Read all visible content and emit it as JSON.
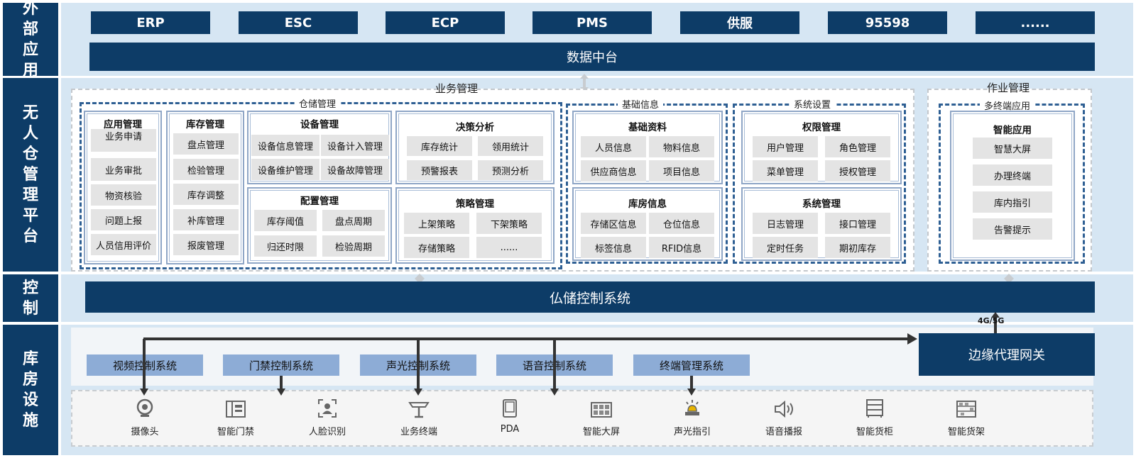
{
  "rows": {
    "external": "外部应用",
    "platform": "无人仓管理平台",
    "control": "控制",
    "facilities": "库房设施"
  },
  "external_apps": [
    "ERP",
    "ESC",
    "ECP",
    "PMS",
    "供服",
    "95598",
    "......"
  ],
  "data_platform": "数据中台",
  "business": {
    "title": "业务管理",
    "warehouse": {
      "title": "仓储管理",
      "app_mgmt": {
        "title": "应用管理",
        "items": [
          "业务申请",
          "业务审批",
          "物资核验",
          "问题上报",
          "人员信用评价"
        ]
      },
      "inventory_mgmt": {
        "title": "库存管理",
        "items": [
          "盘点管理",
          "检验管理",
          "库存调整",
          "补库管理",
          "报废管理"
        ]
      },
      "device_mgmt": {
        "title": "设备管理",
        "items": [
          "设备信息管理",
          "设备计入管理",
          "设备维护管理",
          "设备故障管理"
        ]
      },
      "decision": {
        "title": "决策分析",
        "items": [
          "库存统计",
          "领用统计",
          "预警报表",
          "预测分析"
        ]
      },
      "config_mgmt": {
        "title": "配置管理",
        "items": [
          "库存阈值",
          "盘点周期",
          "归还时限",
          "检验周期"
        ]
      },
      "strategy_mgmt": {
        "title": "策略管理",
        "items": [
          "上架策略",
          "下架策略",
          "存储策略",
          "......"
        ]
      }
    },
    "basic_info": {
      "title": "基础信息",
      "basic_data": {
        "title": "基础资料",
        "items": [
          "人员信息",
          "物料信息",
          "供应商信息",
          "项目信息"
        ]
      },
      "storeroom": {
        "title": "库房信息",
        "items": [
          "存储区信息",
          "仓位信息",
          "标签信息",
          "RFID信息"
        ]
      }
    },
    "system_settings": {
      "title": "系统设置",
      "permission": {
        "title": "权限管理",
        "items": [
          "用户管理",
          "角色管理",
          "菜单管理",
          "授权管理"
        ]
      },
      "system_mgmt": {
        "title": "系统管理",
        "items": [
          "日志管理",
          "接口管理",
          "定时任务",
          "期初库存"
        ]
      }
    }
  },
  "operation": {
    "title": "作业管理",
    "multi_terminal": "多终端应用",
    "smart_app": {
      "title": "智能应用",
      "items": [
        "智慧大屏",
        "办理终端",
        "库内指引",
        "告警提示"
      ]
    }
  },
  "control_system": "仏储控制系统",
  "network": "4G/5G",
  "edge_gateway": "边缘代理网关",
  "subsystems": [
    "视频控制系统",
    "门禁控制系统",
    "声光控制系统",
    "语音控制系统",
    "终端管理系统"
  ],
  "devices": [
    {
      "label": "摄像头",
      "icon": "camera-icon"
    },
    {
      "label": "智能门禁",
      "icon": "access-control-icon"
    },
    {
      "label": "人脸识别",
      "icon": "face-recognition-icon"
    },
    {
      "label": "业务终端",
      "icon": "business-terminal-icon"
    },
    {
      "label": "PDA",
      "icon": "pda-icon"
    },
    {
      "label": "智能大屏",
      "icon": "large-screen-icon"
    },
    {
      "label": "声光指引",
      "icon": "light-guide-icon"
    },
    {
      "label": "语音播报",
      "icon": "speaker-icon"
    },
    {
      "label": "智能货柜",
      "icon": "cabinet-icon"
    },
    {
      "label": "智能货架",
      "icon": "shelf-icon"
    }
  ],
  "colors": {
    "dark": "#0d3c67",
    "band": "#d6e6f3",
    "subsystem": "#8dacd6",
    "cell": "#e4e4e4"
  }
}
